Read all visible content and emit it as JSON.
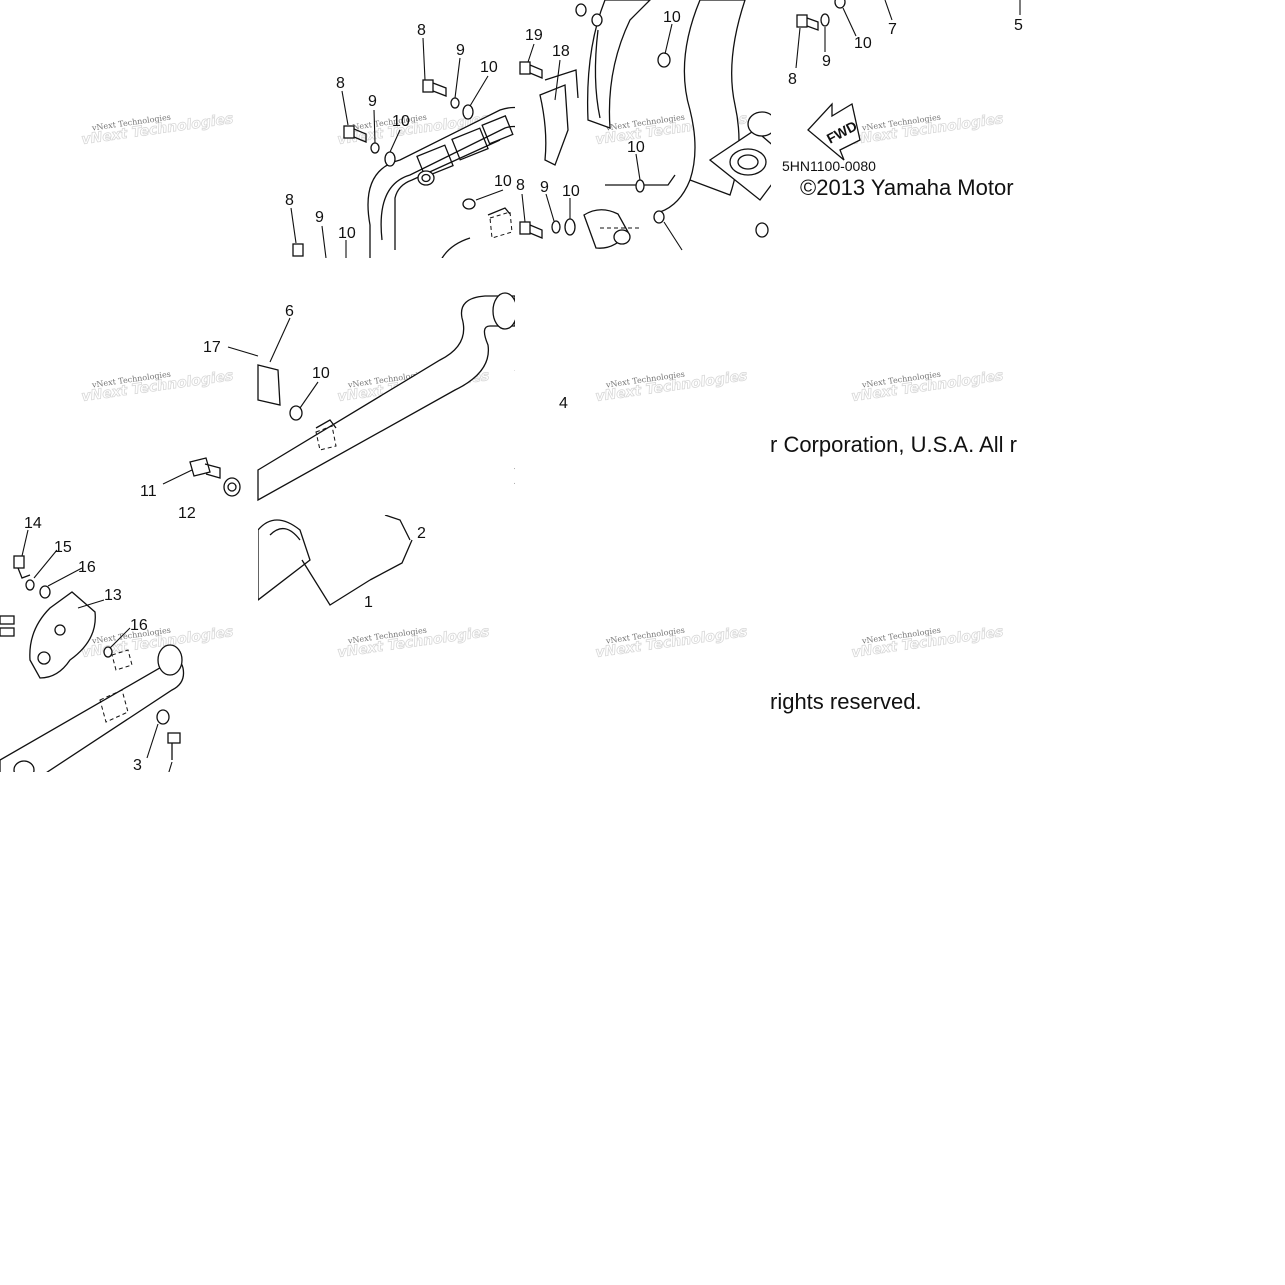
{
  "diagram": {
    "code": "5HN1100-0080",
    "copyright_parts": [
      "©2013 Yamaha Motor",
      "r Corporation, U.S.A. All r",
      "rights reserved."
    ],
    "fwd_label": "FWD",
    "watermark": "vNext Technologies",
    "callouts": [
      "1",
      "2",
      "3",
      "4",
      "5",
      "6",
      "7",
      "8",
      "9",
      "10",
      "11",
      "12",
      "13",
      "14",
      "15",
      "16",
      "17",
      "18",
      "19"
    ]
  }
}
